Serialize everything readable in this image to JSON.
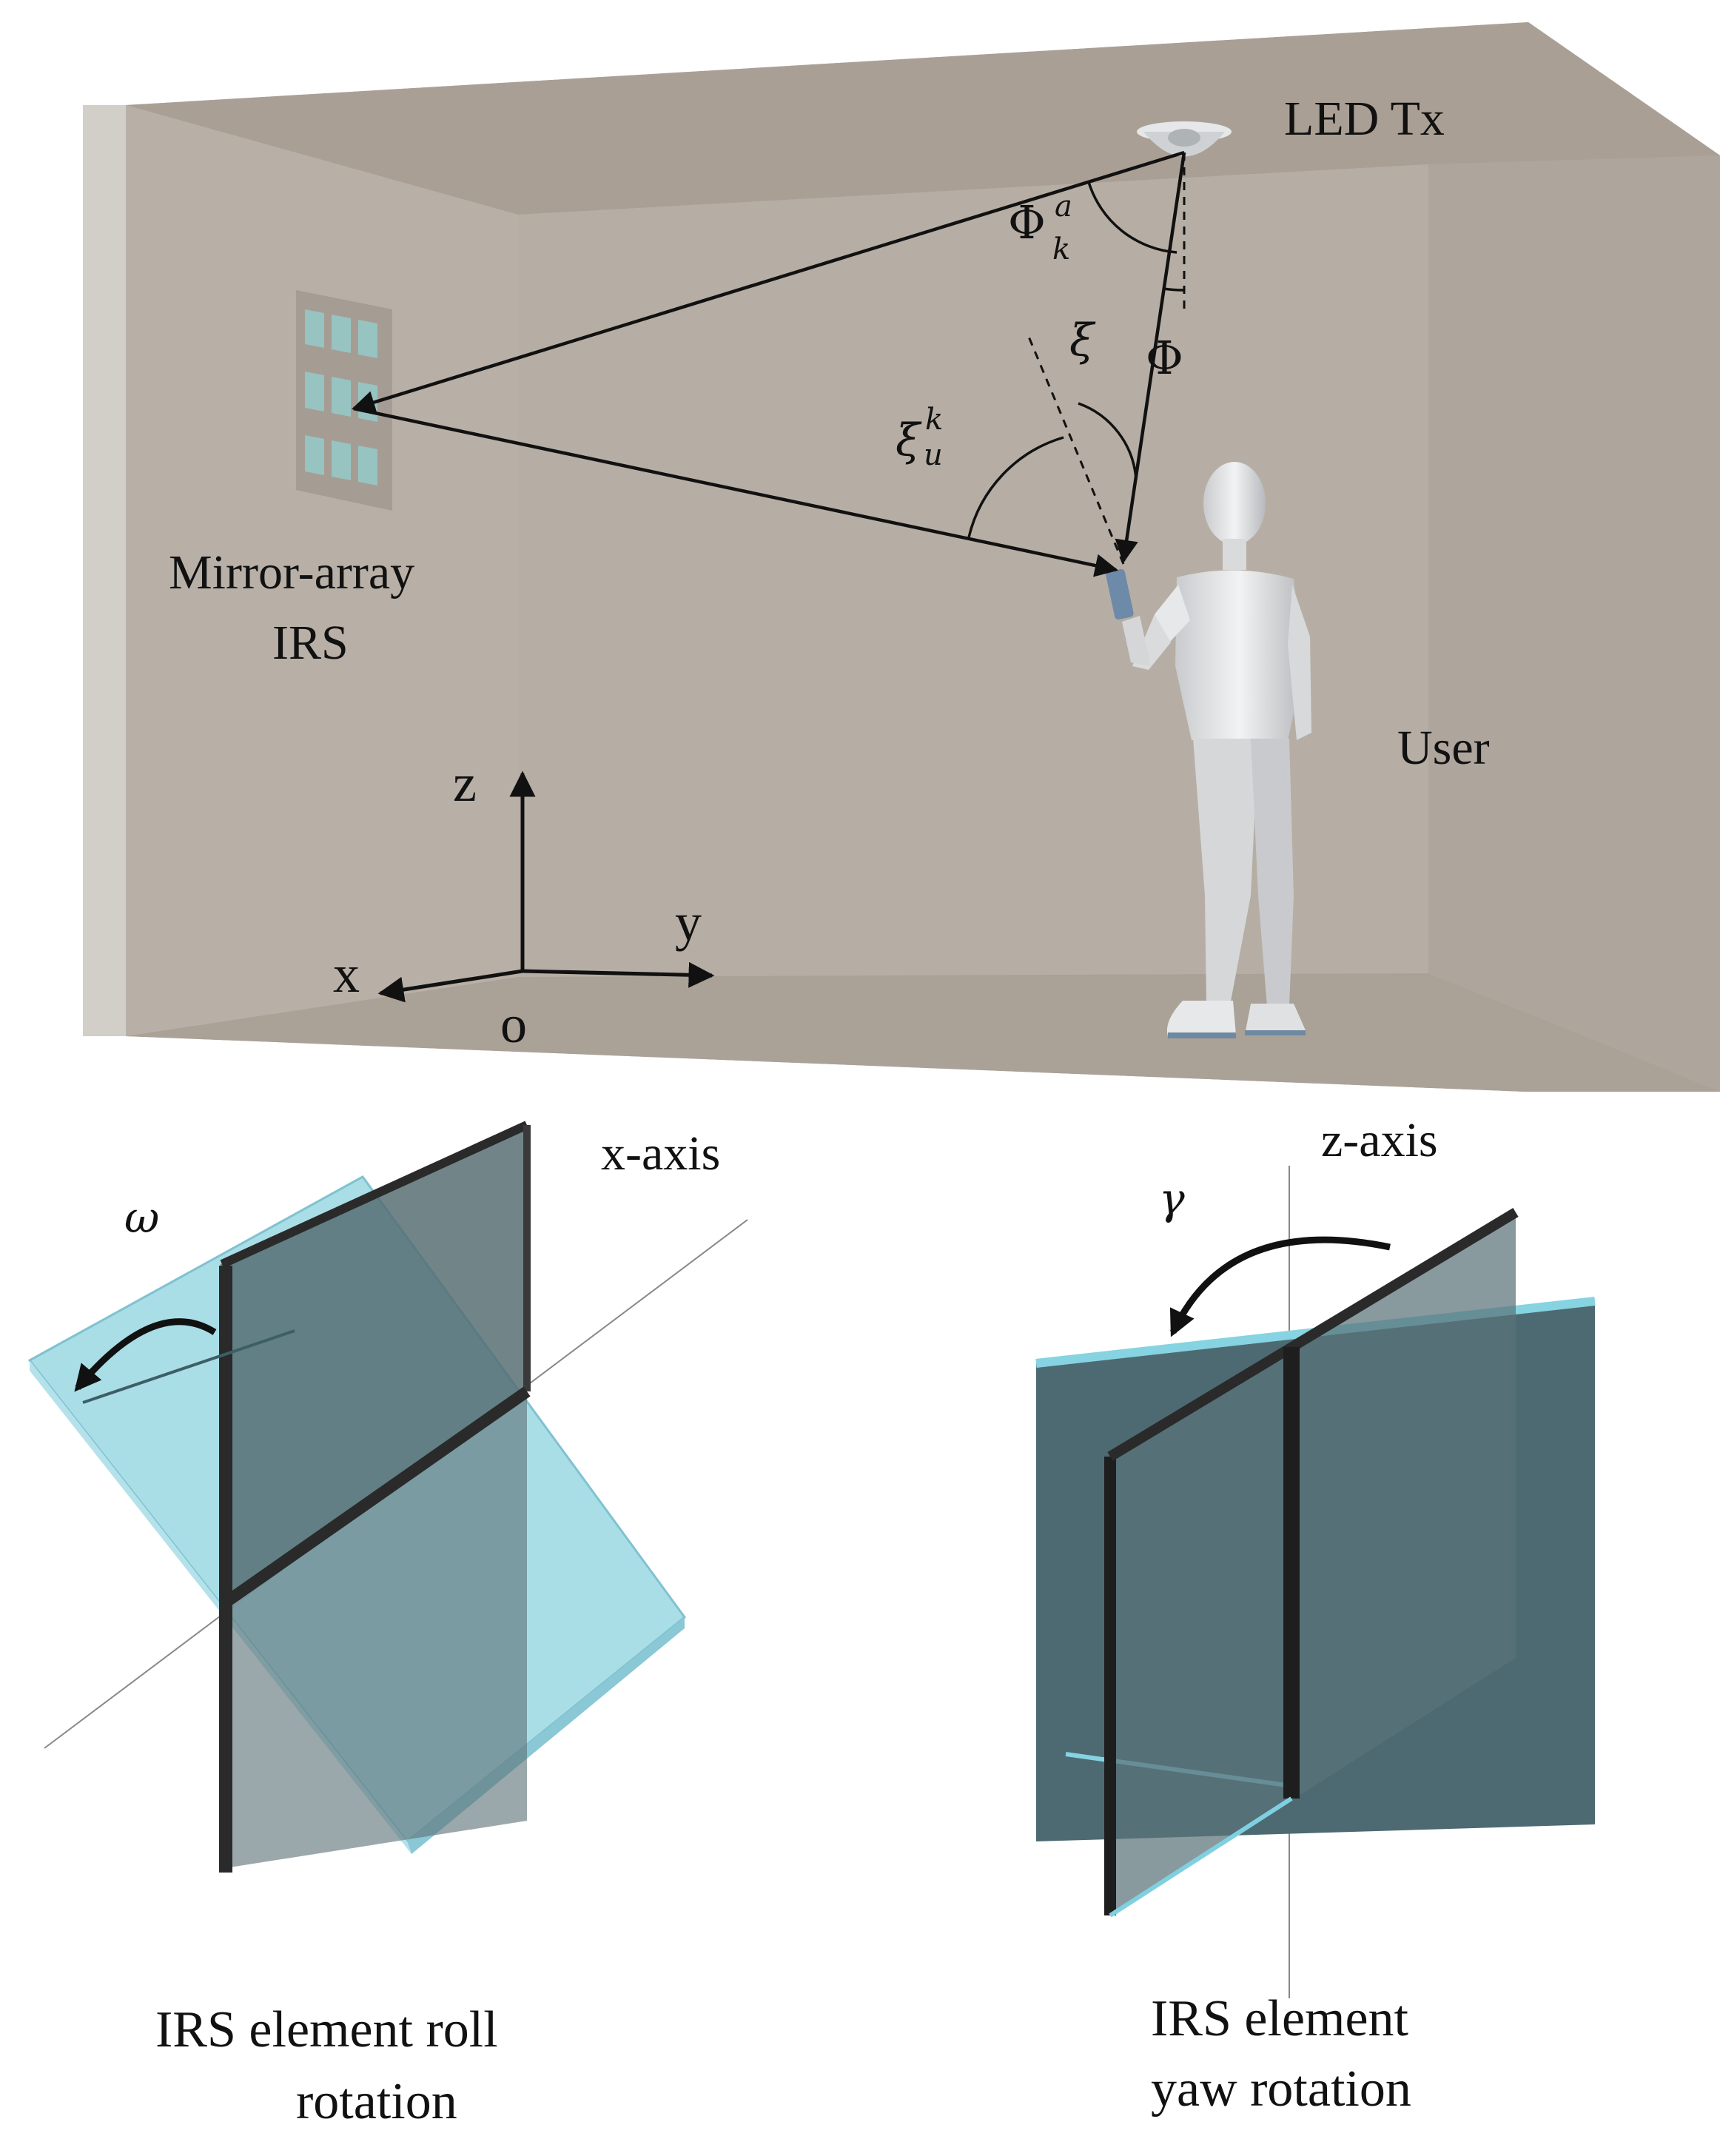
{
  "scene": {
    "led_label": "LED Tx",
    "irs_label_line1": "Mirror-array",
    "irs_label_line2": "IRS",
    "user_label": "User",
    "angle_phi_a_base": "Φ",
    "angle_phi_a_sup": "a",
    "angle_phi_a_sub": "k",
    "angle_xi": "ξ",
    "angle_phi": "Φ",
    "angle_xi_u_base": "ξ",
    "angle_xi_u_sup": "k",
    "angle_xi_u_sub": "u",
    "axis_z": "z",
    "axis_y": "y",
    "axis_x": "x",
    "origin": "o"
  },
  "roll_panel": {
    "axis_label": "x-axis",
    "angle": "ω",
    "caption_line1": "IRS element roll",
    "caption_line2": "rotation"
  },
  "yaw_panel": {
    "axis_label": "z-axis",
    "angle": "γ",
    "caption_line1": "IRS element",
    "caption_line2": "yaw rotation"
  },
  "colors": {
    "room_wall": "#b7afa6",
    "room_ceiling": "#a69d94",
    "mirror_cyan": "#7fd0e0",
    "mirror_dark": "#4f6a70"
  }
}
